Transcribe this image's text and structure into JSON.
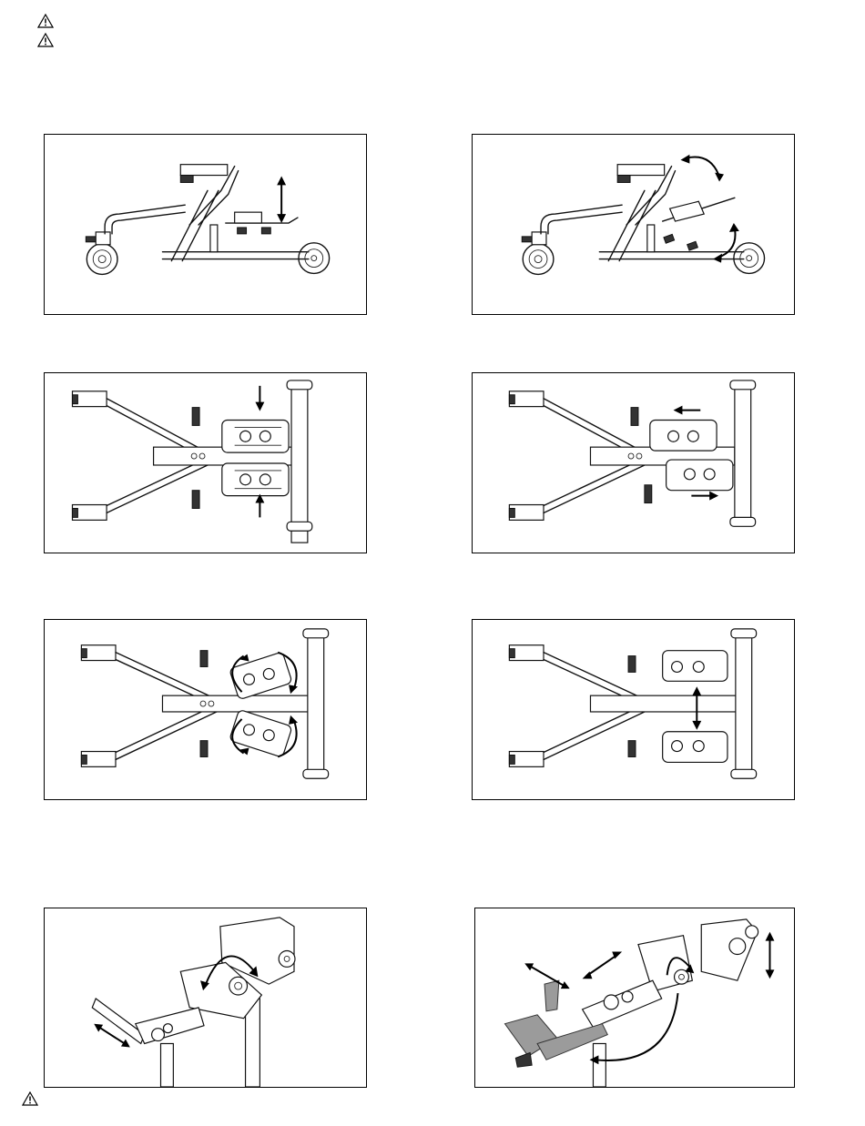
{
  "page": {
    "warning_icons": [
      "warning-triangle-icon",
      "warning-triangle-icon",
      "warning-triangle-icon"
    ]
  },
  "panels": [
    {
      "id": "side-view-height-adjust",
      "view": "side",
      "arrow": "vertical-double-arrow-icon"
    },
    {
      "id": "side-view-footplate-flip",
      "view": "side",
      "arrow": "curved-double-arrow-icon"
    },
    {
      "id": "top-view-footplates-inward",
      "view": "top",
      "arrow": "inward-arrows-icon"
    },
    {
      "id": "top-view-footplates-offset",
      "view": "top",
      "arrow": "horizontal-arrows-icon"
    },
    {
      "id": "top-view-footplates-rotate",
      "view": "top",
      "arrow": "rotation-arrows-icon"
    },
    {
      "id": "top-view-footplates-spread",
      "view": "top",
      "arrow": "vertical-double-arrow-icon"
    },
    {
      "id": "detail-hip-adjust",
      "view": "perspective",
      "arrow": "curved-arrow-icon"
    },
    {
      "id": "detail-knee-pad-adjust",
      "view": "perspective",
      "arrow": "multi-direction-arrows-icon"
    }
  ],
  "colors": {
    "line": "#111111",
    "shade": "#9b9b9b",
    "background": "#ffffff"
  }
}
